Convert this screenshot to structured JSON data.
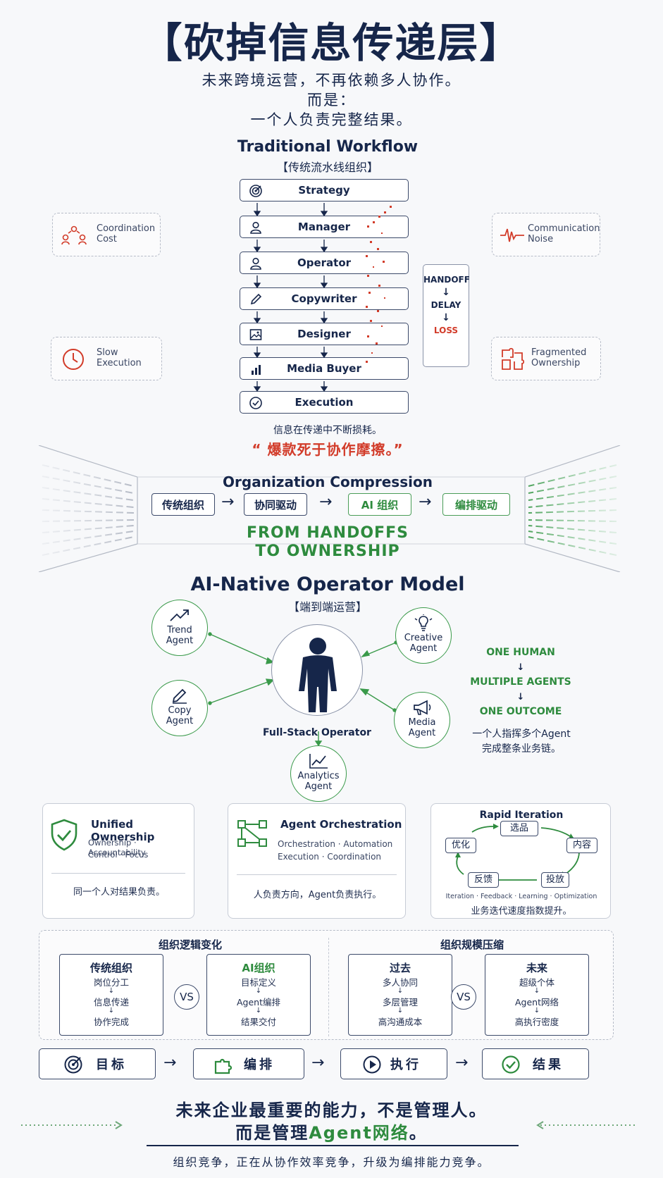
{
  "header": {
    "title": "【砍掉信息传递层】",
    "lead1": "未来跨境运营，不再依赖多人协作。",
    "lead2": "而是：",
    "lead3": "一个人负责完整结果。"
  },
  "traditional": {
    "title": "Traditional Workflow",
    "subtitle": "【传统流水线组织】",
    "steps": [
      "Strategy",
      "Manager",
      "Operator",
      "Copywriter",
      "Designer",
      "Media Buyer",
      "Execution"
    ],
    "costs": {
      "coordination_line1": "Coordination",
      "coordination_line2": "Cost",
      "communication_line1": "Communication",
      "communication_line2": "Noise",
      "slow_line1": "Slow",
      "slow_line2": "Execution",
      "fragmented_line1": "Fragmented",
      "fragmented_line2": "Ownership"
    },
    "handoff": {
      "a": "HANDOFF",
      "b": "DELAY",
      "c": "LOSS"
    },
    "note": "信息在传递中不断损耗。",
    "quote": "“ 爆款死于协作摩擦。”"
  },
  "compression": {
    "title": "Organization Compression",
    "stages": [
      "传统组织",
      "协同驱动",
      "AI 组织",
      "编排驱动"
    ],
    "slogan1": "FROM HANDOFFS",
    "slogan2": "TO OWNERSHIP"
  },
  "ai_model": {
    "title": "AI-Native Operator Model",
    "subtitle": "【端到端运营】",
    "center_label": "Full-Stack Operator",
    "agents": {
      "trend_1": "Trend",
      "trend_2": "Agent",
      "copy_1": "Copy",
      "copy_2": "Agent",
      "creative_1": "Creative",
      "creative_2": "Agent",
      "media_1": "Media",
      "media_2": "Agent",
      "analytics_1": "Analytics",
      "analytics_2": "Agent"
    },
    "formula": {
      "a": "ONE HUMAN",
      "b": "MULTIPLE AGENTS",
      "c": "ONE OUTCOME"
    },
    "note1": "一个人指挥多个Agent",
    "note2": "完成整条业务链。"
  },
  "cards": {
    "unified": {
      "title": "Unified Ownership",
      "tags1": "Ownership · Accountability",
      "tags2": "Control · Focus",
      "note": "同一个人对结果负责。"
    },
    "orchestration": {
      "title": "Agent Orchestration",
      "tags1": "Orchestration · Automation",
      "tags2": "Execution · Coordination",
      "note": "人负责方向，Agent负责执行。"
    },
    "rapid": {
      "title": "Rapid Iteration",
      "cycle_top": "选品",
      "cycle_right": "内容",
      "cycle_br": "投放",
      "cycle_bl": "反馈",
      "cycle_left": "优化",
      "tags": "Iteration · Feedback · Learning · Optimization",
      "note": "业务迭代速度指数提升。"
    }
  },
  "logic": {
    "left_title": "组织逻辑变化",
    "right_title": "组织规模压缩",
    "old_org": {
      "title": "传统组织",
      "i1": "岗位分工",
      "i2": "信息传递",
      "i3": "协作完成"
    },
    "ai_org": {
      "title": "AI组织",
      "i1": "目标定义",
      "i2": "Agent编排",
      "i3": "结果交付"
    },
    "past": {
      "title": "过去",
      "i1": "多人协同",
      "i2": "多层管理",
      "i3": "高沟通成本"
    },
    "future": {
      "title": "未来",
      "i1": "超级个体",
      "i2": "Agent网络",
      "i3": "高执行密度"
    },
    "vs": "VS"
  },
  "flow": [
    "目标",
    "编排",
    "执行",
    "结果"
  ],
  "footer": {
    "line1": "未来企业最重要的能力，不是管理人。",
    "line2a": "而是管理",
    "line2b": "Agent网络",
    "line2c": "。",
    "bottom": "组织竞争，正在从协作效率竞争，升级为编排能力竞争。"
  }
}
